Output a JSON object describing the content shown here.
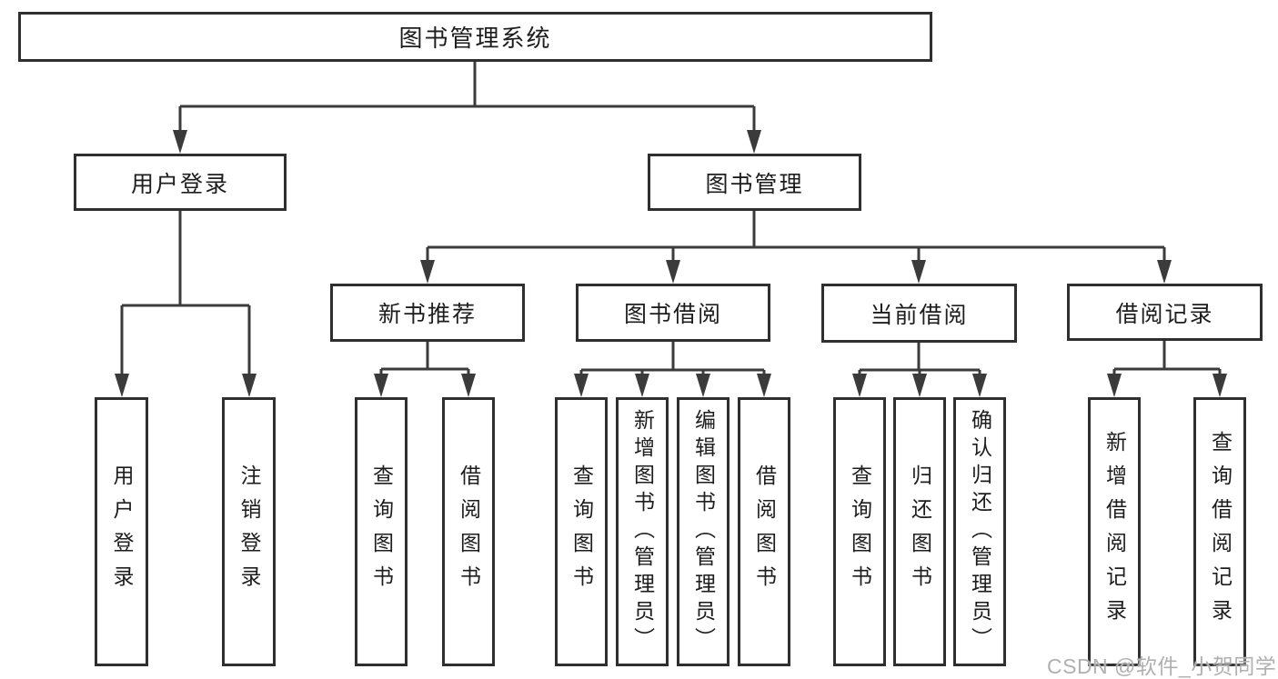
{
  "diagram": {
    "root": "图书管理系统",
    "level2": [
      {
        "label": "用户登录",
        "children": [
          "用户登录",
          "注销登录"
        ]
      },
      {
        "label": "图书管理",
        "children": [
          {
            "label": "新书推荐",
            "children": [
              "查询图书",
              "借阅图书"
            ]
          },
          {
            "label": "图书借阅",
            "children": [
              "查询图书",
              "新增图书（管理员）",
              "编辑图书（管理员）",
              "借阅图书"
            ]
          },
          {
            "label": "当前借阅",
            "children": [
              "查询图书",
              "归还图书",
              "确认归还（管理员）"
            ]
          },
          {
            "label": "借阅记录",
            "children": [
              "新增借阅记录",
              "查询借阅记录"
            ]
          }
        ]
      }
    ]
  },
  "watermark": "CSDN @软件_小贺同学",
  "colors": {
    "line": "#3b3b3b",
    "box_border": "#2f2f2f",
    "text": "#1d1d1d",
    "watermark": "#b0b0b0",
    "background": "#ffffff"
  }
}
